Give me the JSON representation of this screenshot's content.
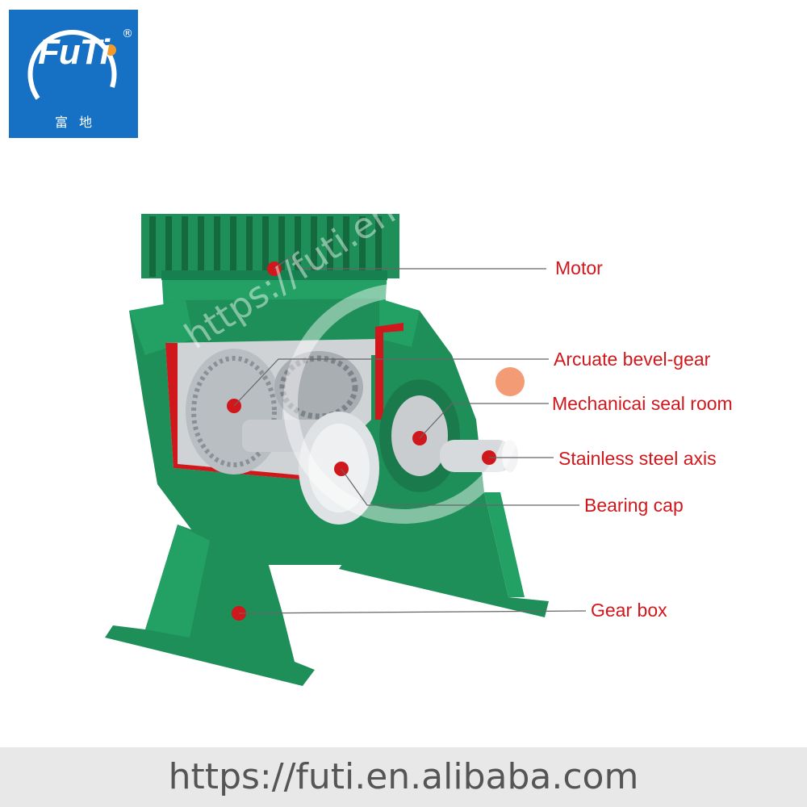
{
  "brand": {
    "logo_text": "FuTi",
    "logo_cn": "富地",
    "registered": "®",
    "color": "#1670c4"
  },
  "callouts": [
    {
      "id": "motor",
      "label": "Motor"
    },
    {
      "id": "arcuate-bevel-gear",
      "label": "Arcuate bevel-gear"
    },
    {
      "id": "mechanical-seal-room",
      "label": "Mechanicai seal room"
    },
    {
      "id": "stainless-steel-axis",
      "label": "Stainless steel axis"
    },
    {
      "id": "bearing-cap",
      "label": "Bearing cap"
    },
    {
      "id": "gear-box",
      "label": "Gear box"
    }
  ],
  "watermark": {
    "text": "https://futi.en.alibaba"
  },
  "footer": {
    "url": "https://futi.en.alibaba.com"
  },
  "colors": {
    "housing": "#1e8f58",
    "housing_dark": "#14693f",
    "callout": "#d0171c",
    "footer_bg": "#e8e8e8"
  }
}
